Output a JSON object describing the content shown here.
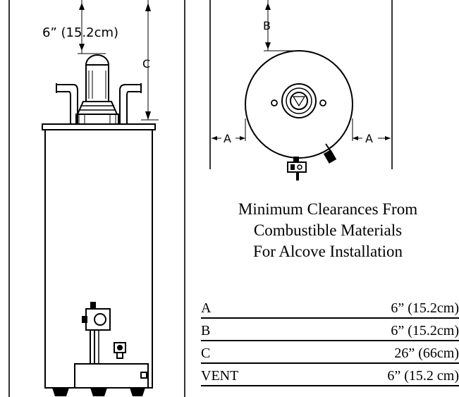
{
  "front_view": {
    "top_dim_label": "6” (15.2cm)",
    "side_dim_label": "C"
  },
  "top_view": {
    "dim_b_label": "B",
    "dim_a_left_label": "A",
    "dim_a_right_label": "A"
  },
  "caption": {
    "line1": "Minimum Clearances From",
    "line2": "Combustible Materials",
    "line3": "For Alcove Installation"
  },
  "clearances": [
    {
      "key": "A",
      "value": "6” (15.2cm)"
    },
    {
      "key": "B",
      "value": "6” (15.2cm)"
    },
    {
      "key": "C",
      "value": "26” (66cm)"
    },
    {
      "key": "VENT",
      "value": "6” (15.2 cm)"
    }
  ]
}
